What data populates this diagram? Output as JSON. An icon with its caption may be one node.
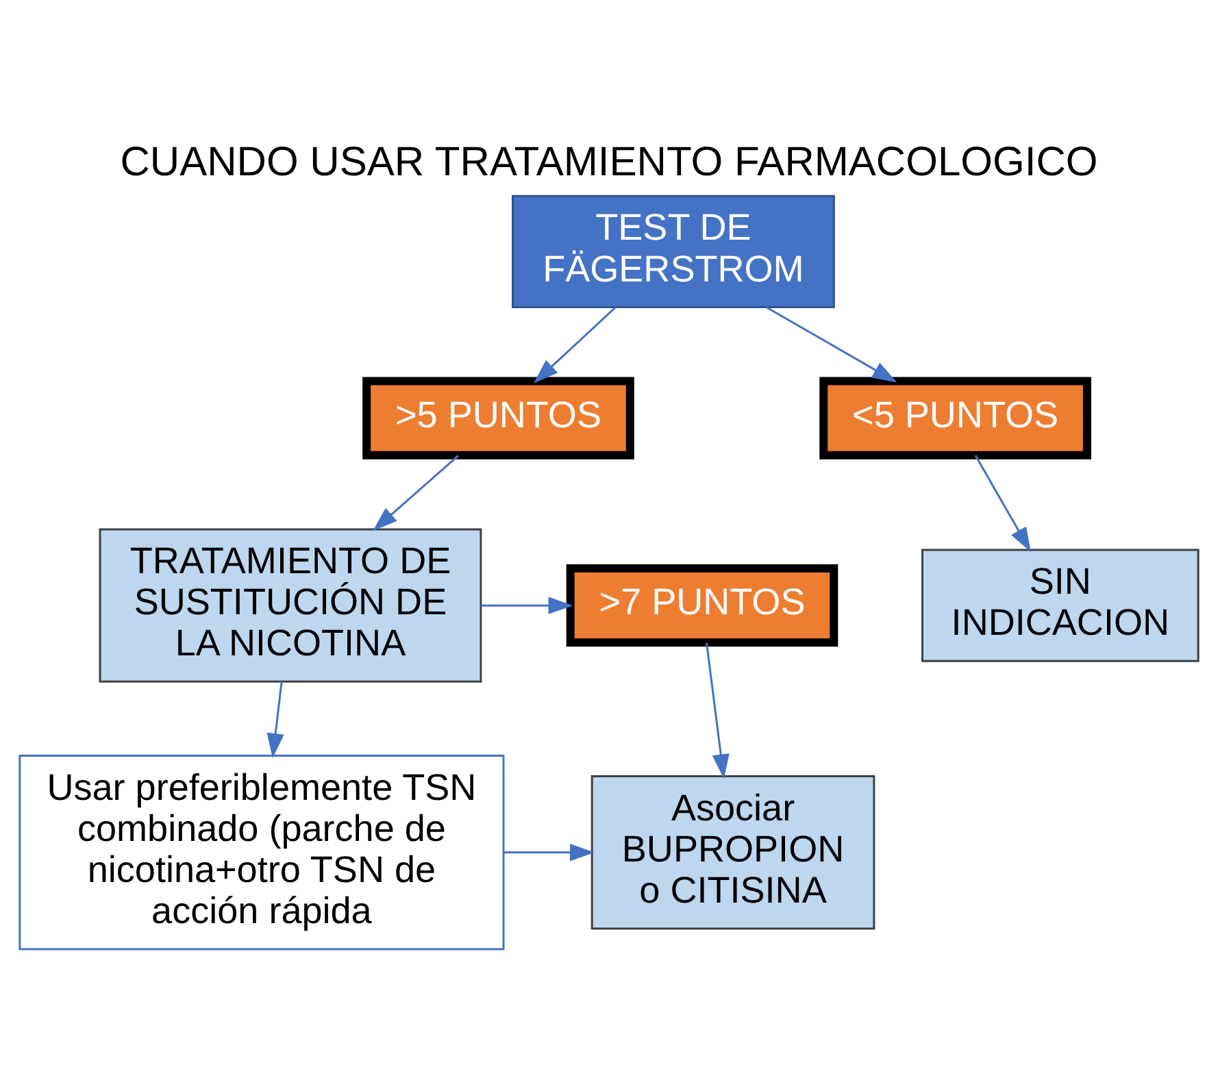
{
  "diagram": {
    "title": "CUANDO USAR TRATAMIENTO FARMACOLOGICO",
    "nodes": [
      {
        "text": [
          "TEST DE FÄGERSTROM"
        ]
      },
      {
        "text": [
          ">5 PUNTOS"
        ]
      },
      {
        "text": [
          "<5 PUNTOS"
        ]
      },
      {
        "text": [
          "TRATAMIENTO DE SUSTITUCIÓN DE LA NICOTINA"
        ]
      },
      {
        "text": [
          "SIN INDICACION"
        ]
      },
      {
        "text": [
          ">7 PUNTOS"
        ]
      },
      {
        "text": [
          "Usar preferiblemente TSN combinado (parche de nicotina+otro TSN de acción rápida"
        ]
      },
      {
        "text": [
          "Asociar BUPROPION o CITISINA"
        ]
      }
    ],
    "edges": [
      {
        "from": 0,
        "to": 1,
        "arrow": "to"
      },
      {
        "from": 0,
        "to": 2,
        "arrow": "to"
      },
      {
        "from": 1,
        "to": 3,
        "arrow": "to"
      },
      {
        "from": 2,
        "to": 4,
        "arrow": "to"
      },
      {
        "from": 3,
        "to": 5,
        "arrow": "to"
      },
      {
        "from": 3,
        "to": 6,
        "arrow": "to"
      },
      {
        "from": 5,
        "to": 7,
        "arrow": "to"
      },
      {
        "from": 6,
        "to": 7,
        "arrow": "to"
      }
    ]
  }
}
